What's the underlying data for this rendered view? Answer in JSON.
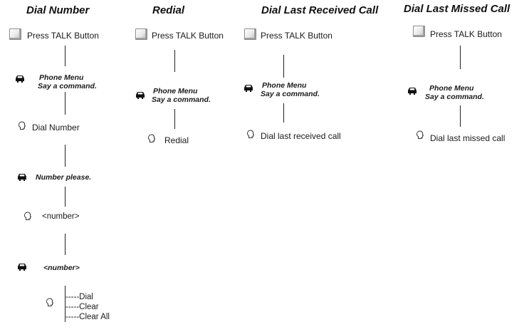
{
  "columns": [
    {
      "title": "Dial Number",
      "press_label": "Press TALK Button",
      "phone_menu": "Phone Menu",
      "say_command": "Say a command.",
      "command": "Dial Number",
      "number_please": "Number please.",
      "number_input": "<number>",
      "number_confirm": "<number>",
      "options": [
        "-----Dial",
        "-----Clear",
        "-----Clear All"
      ]
    },
    {
      "title": "Redial",
      "press_label": "Press TALK Button",
      "phone_menu": "Phone Menu",
      "say_command": "Say a command.",
      "command": "Redial"
    },
    {
      "title": "Dial Last Received Call",
      "press_label": "Press TALK Button",
      "phone_menu": "Phone Menu",
      "say_command": "Say a command.",
      "command": "Dial last received call"
    },
    {
      "title": "Dial Last Missed Call",
      "press_label": "Press TALK Button",
      "phone_menu": "Phone Menu",
      "say_command": "Say a command.",
      "command": "Dial last missed call"
    }
  ],
  "icons": {
    "button": "talk-button-icon",
    "system": "car-icon",
    "user": "speaking-head-icon"
  }
}
